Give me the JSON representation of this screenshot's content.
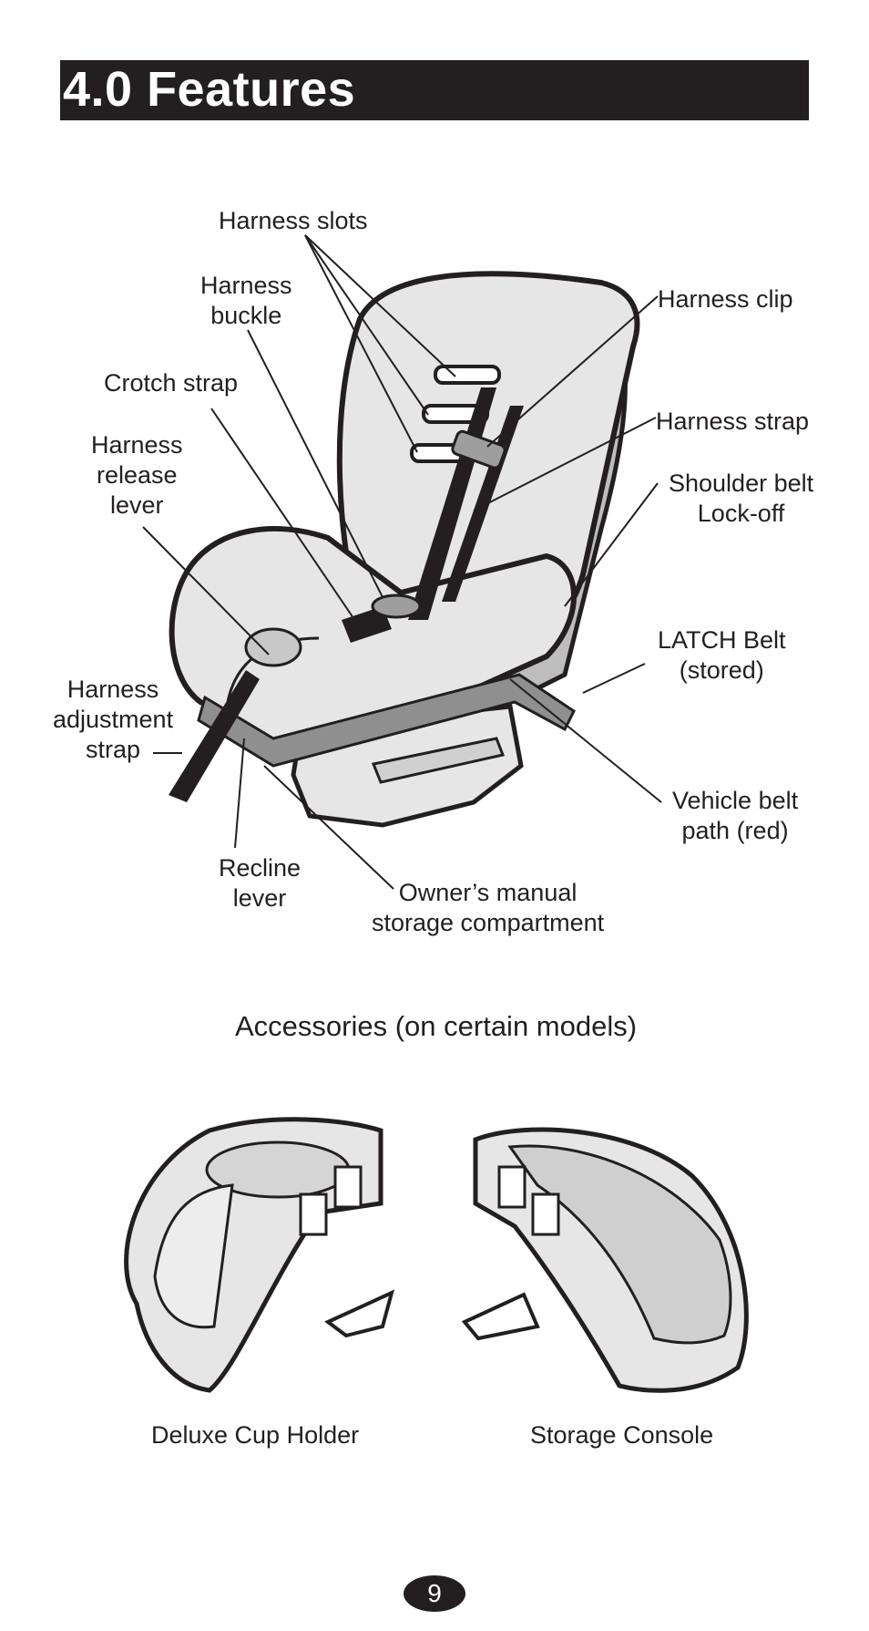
{
  "header": {
    "title": "4.0 Features"
  },
  "diagram": {
    "labels": {
      "harness_slots": "Harness slots",
      "harness_buckle": "Harness\nbuckle",
      "crotch_strap": "Crotch strap",
      "harness_release_lever": "Harness\nrelease\nlever",
      "harness_adjustment_strap": "Harness\nadjustment\nstrap",
      "recline_lever": "Recline\nlever",
      "owners_manual": "Owner’s manual\nstorage compartment",
      "harness_clip": "Harness clip",
      "harness_strap": "Harness strap",
      "shoulder_belt_lockoff": "Shoulder belt\nLock-off",
      "latch_belt": "LATCH Belt\n(stored)",
      "vehicle_belt_path": "Vehicle belt\npath (red)"
    }
  },
  "accessories": {
    "heading": "Accessories (on certain models)",
    "items": [
      {
        "label": "Deluxe Cup Holder"
      },
      {
        "label": "Storage Console"
      }
    ]
  },
  "footer": {
    "page_number": "9"
  }
}
